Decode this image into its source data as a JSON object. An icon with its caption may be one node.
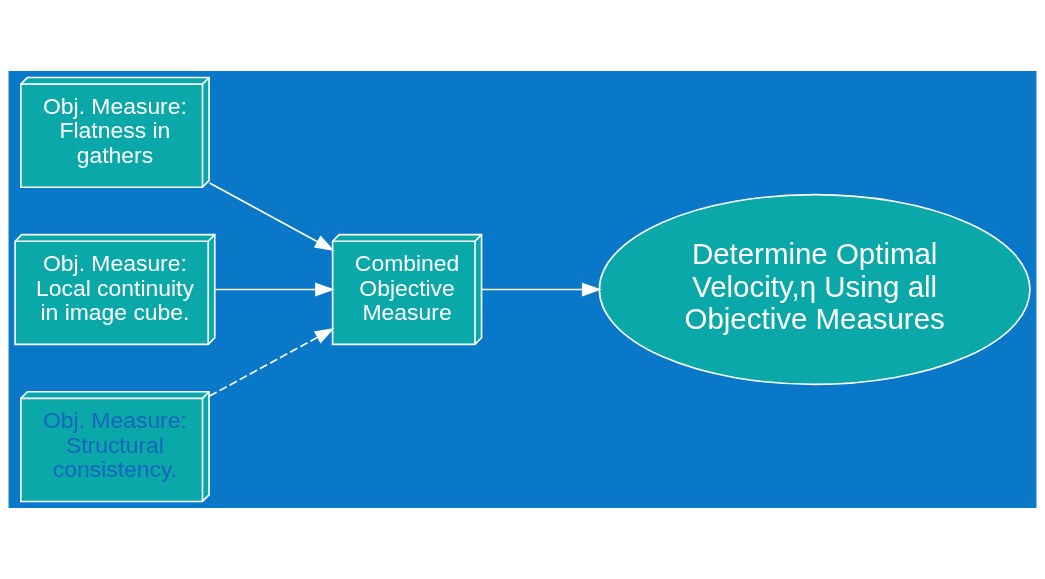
{
  "diagram": {
    "nodes": [
      {
        "text": [
          "Obj. Measure:",
          "Flatness in gathers"
        ]
      },
      {
        "text": [
          "Obj. Measure:",
          "Local continuity in image cube."
        ]
      },
      {
        "text": [
          "Obj. Measure:",
          "Structural consistency."
        ]
      },
      {
        "text": [
          "Combined Objective Measure"
        ]
      },
      {
        "text": [
          "Determine Optimal Velocity,η Using all Objective Measures"
        ]
      }
    ],
    "edges": [
      {
        "from": 0,
        "to": 3,
        "arrow": "to"
      },
      {
        "from": 1,
        "to": 3,
        "arrow": "to"
      },
      {
        "from": 2,
        "to": 3,
        "arrow": "to",
        "style": "dashed"
      },
      {
        "from": 3,
        "to": 4,
        "arrow": "to"
      }
    ]
  }
}
